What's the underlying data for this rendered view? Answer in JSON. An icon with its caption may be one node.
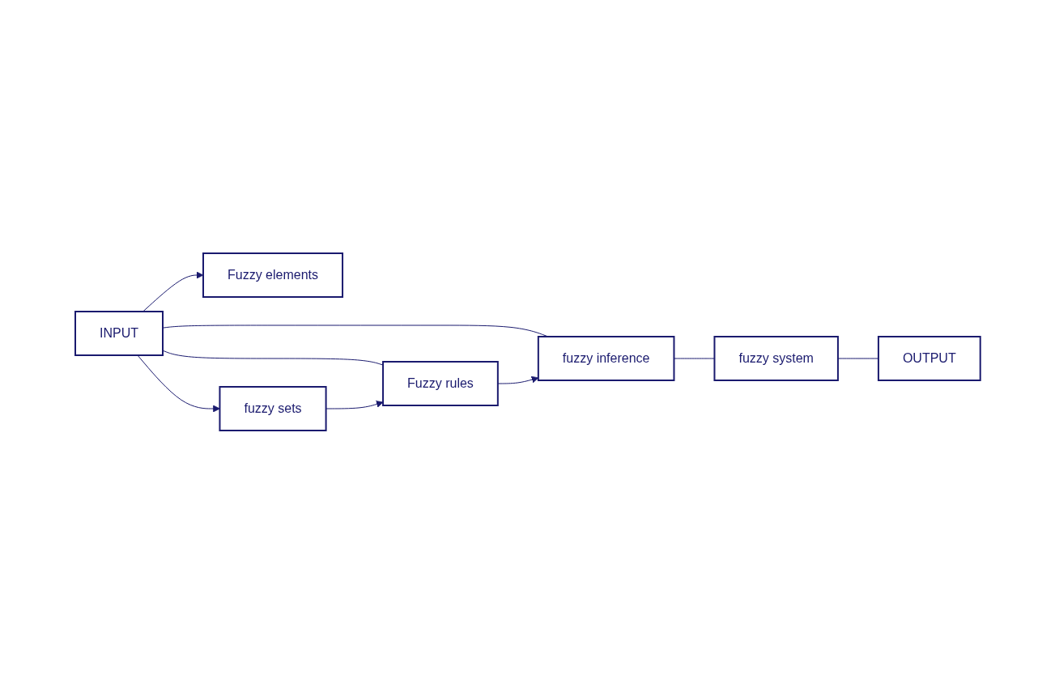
{
  "diagram": {
    "nodes": [
      {
        "text": [
          "INPUT"
        ]
      },
      {
        "text": [
          "Fuzzy elements"
        ]
      },
      {
        "text": [
          "fuzzy sets"
        ]
      },
      {
        "text": [
          "Fuzzy rules"
        ]
      },
      {
        "text": [
          "fuzzy inference"
        ]
      },
      {
        "text": [
          "fuzzy system"
        ]
      },
      {
        "text": [
          "OUTPUT"
        ]
      }
    ],
    "edges": [
      {
        "from": 0,
        "to": 1,
        "arrow": "to"
      },
      {
        "from": 0,
        "to": 2,
        "arrow": "to"
      },
      {
        "from": 0,
        "to": 3,
        "arrow": "none"
      },
      {
        "from": 0,
        "to": 4,
        "arrow": "none"
      },
      {
        "from": 2,
        "to": 3,
        "arrow": "to"
      },
      {
        "from": 3,
        "to": 4,
        "arrow": "to"
      },
      {
        "from": 4,
        "to": 5,
        "arrow": "none"
      },
      {
        "from": 5,
        "to": 6,
        "arrow": "none"
      }
    ]
  }
}
